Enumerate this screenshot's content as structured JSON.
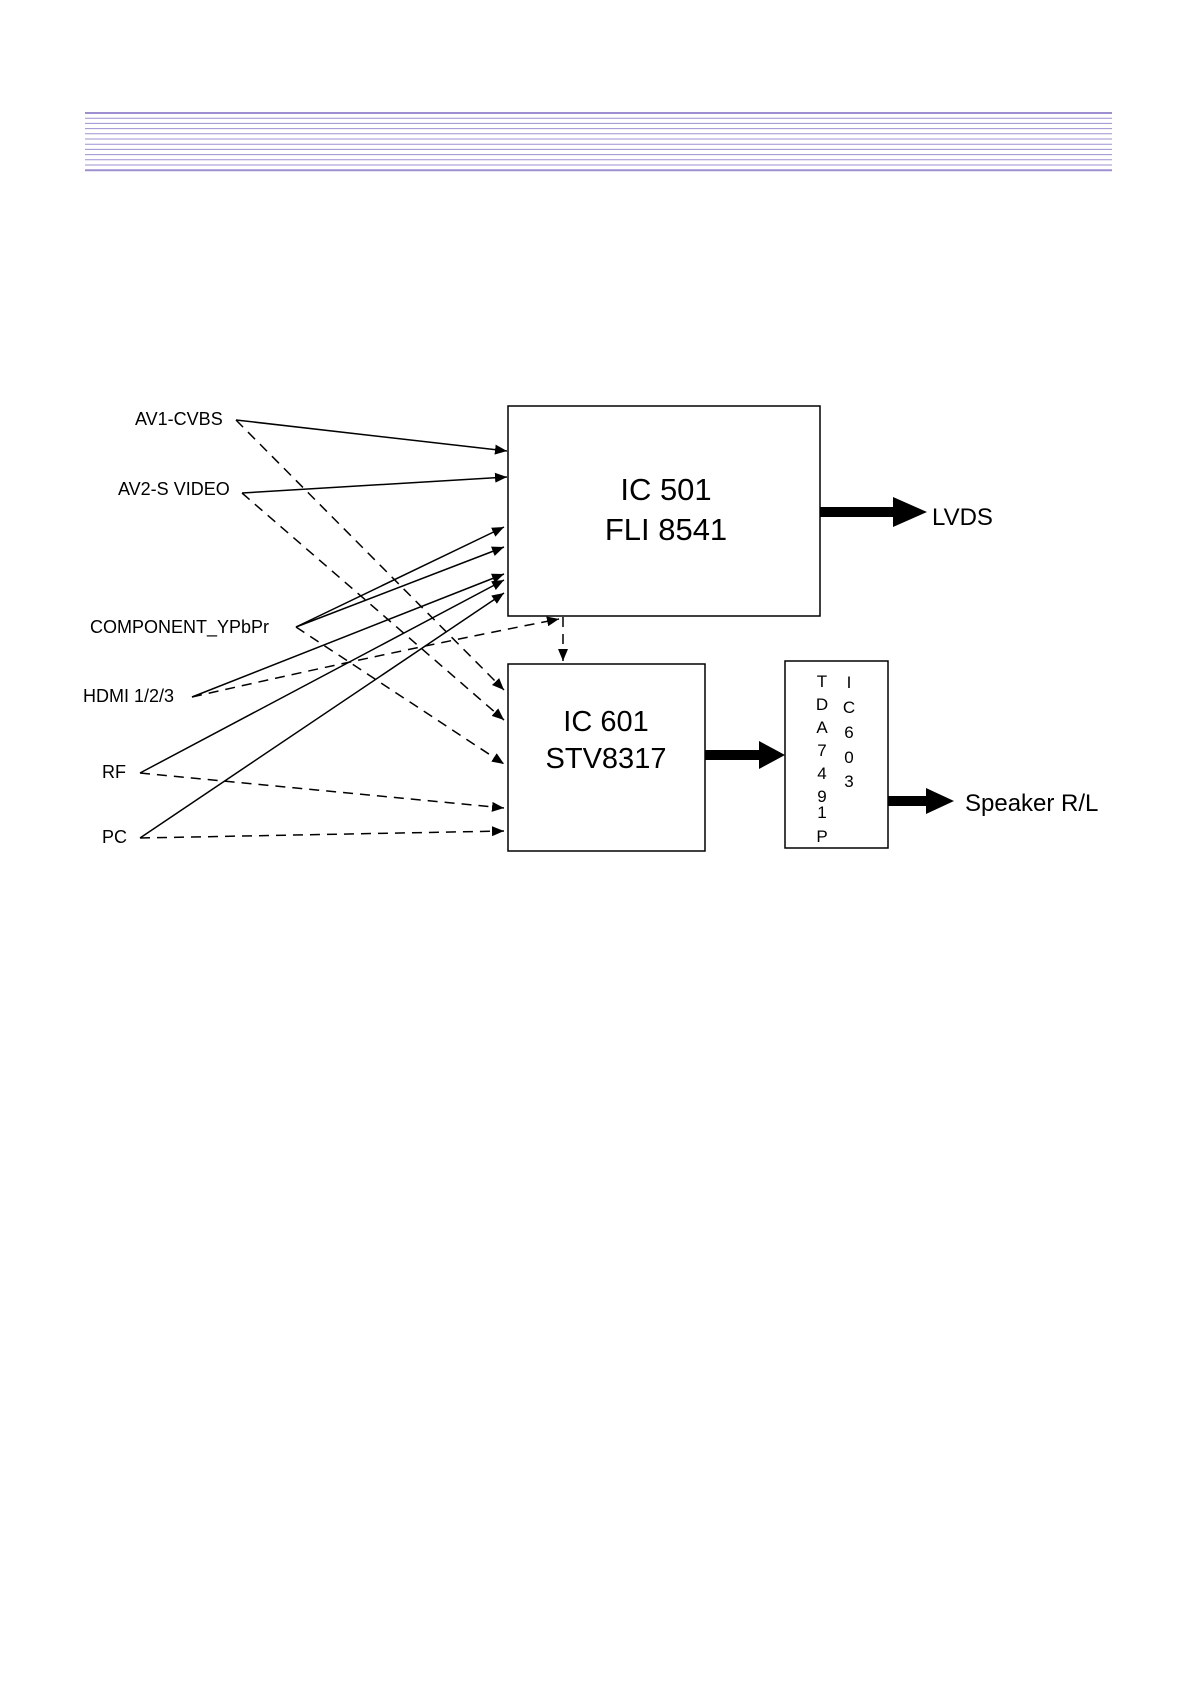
{
  "colors": {
    "header_stripe": "#9d8fd0",
    "line": "#000000",
    "background": "#ffffff"
  },
  "inputs": {
    "av1": "AV1-CVBS",
    "av2": "AV2-S VIDEO",
    "component": "COMPONENT_YPbPr",
    "hdmi": "HDMI 1/2/3",
    "rf": "RF",
    "pc": "PC"
  },
  "blocks": {
    "ic501": {
      "line1": "IC 501",
      "line2": "FLI 8541"
    },
    "ic601": {
      "line1": "IC 601",
      "line2": "STV8317"
    },
    "ic603": {
      "part_chars": [
        "T",
        "D",
        "A",
        "7",
        "4",
        "9",
        "1",
        "P"
      ],
      "ref_chars": [
        "I",
        "C",
        "6",
        "0",
        "3"
      ]
    }
  },
  "outputs": {
    "lvds": "LVDS",
    "speaker": "Speaker R/L"
  }
}
